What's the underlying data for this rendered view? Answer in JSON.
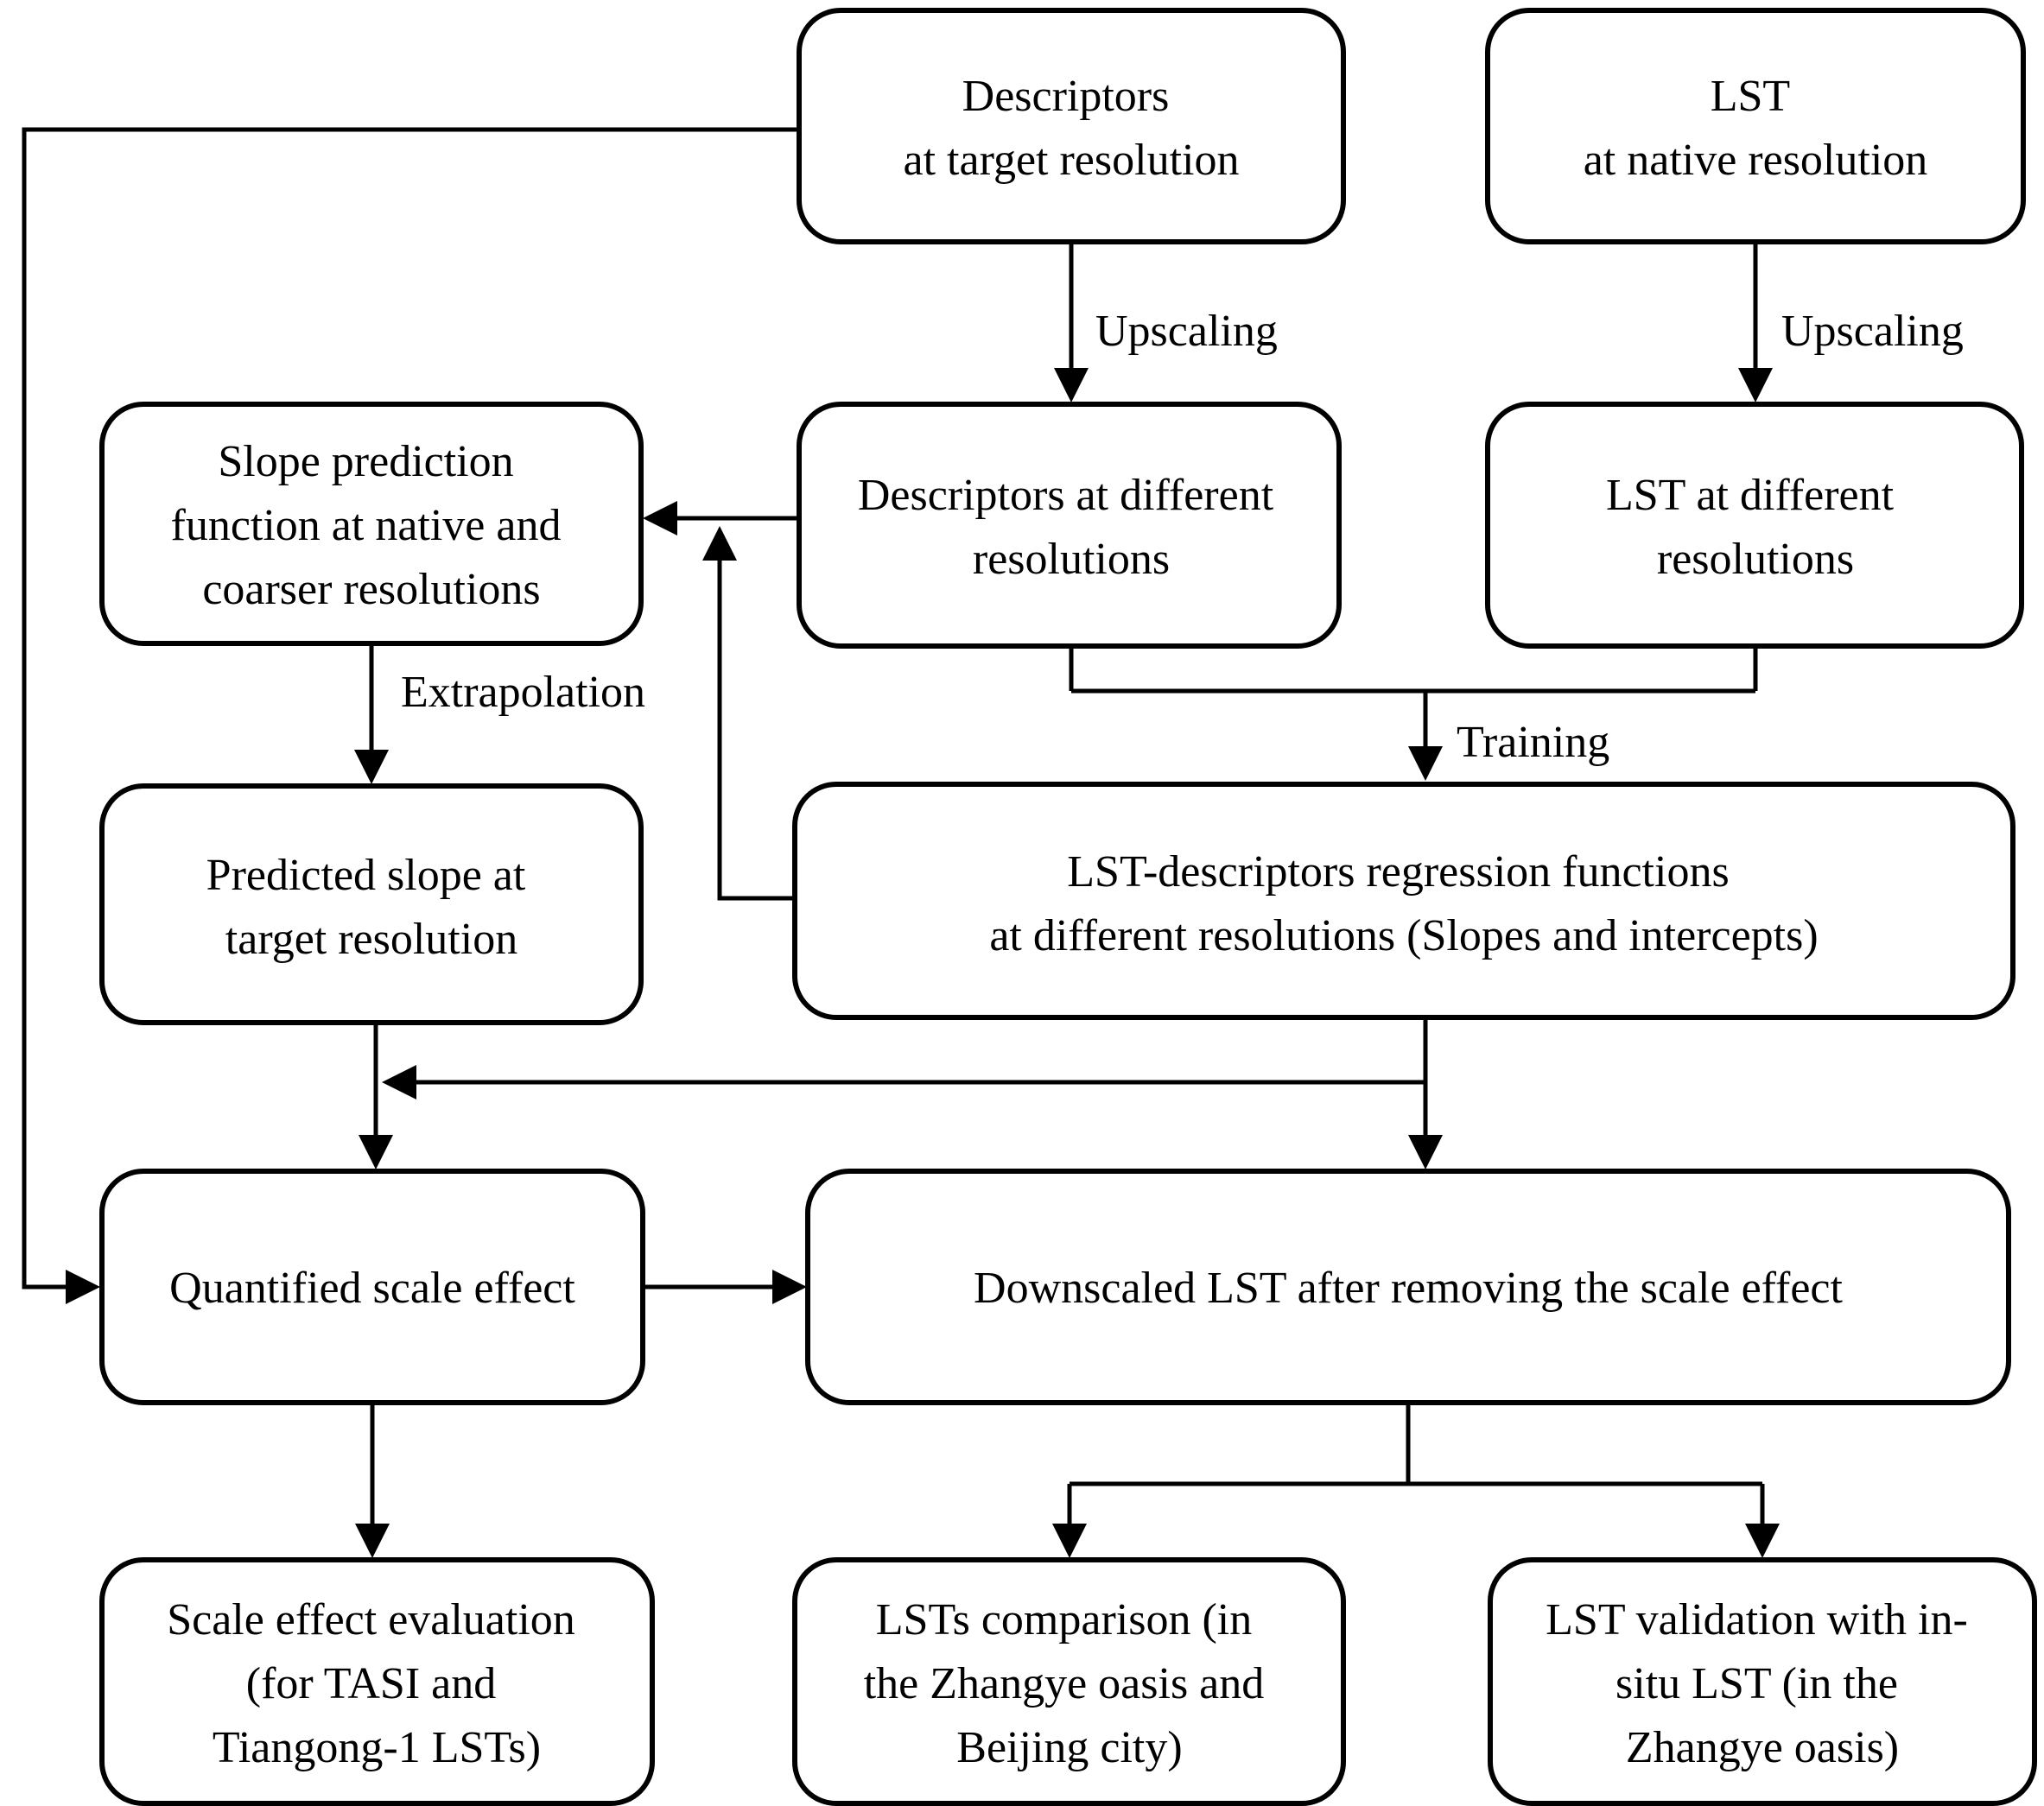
{
  "colors": {
    "line": "#000000",
    "background": "#ffffff",
    "box_fill": "#ffffff"
  },
  "boxes": {
    "desc_target": {
      "lines": [
        "Descriptors",
        "at target resolution"
      ]
    },
    "lst_native": {
      "lines": [
        "LST",
        "at native resolution"
      ]
    },
    "slope_pred": {
      "lines": [
        "Slope prediction",
        "function at native and",
        "coarser resolutions"
      ]
    },
    "desc_diff": {
      "lines": [
        "Descriptors at different",
        "resolutions"
      ]
    },
    "lst_diff": {
      "lines": [
        "LST at different",
        "resolutions"
      ]
    },
    "regression": {
      "lines": [
        "LST-descriptors regression functions",
        "at different resolutions (Slopes and intercepts)"
      ]
    },
    "pred_slope": {
      "lines": [
        "Predicted slope at",
        "target resolution"
      ]
    },
    "quantified": {
      "lines": [
        "Quantified scale effect"
      ]
    },
    "downscaled": {
      "lines": [
        "Downscaled LST after removing the scale effect"
      ]
    },
    "scale_eval": {
      "lines": [
        "Scale effect evaluation",
        "(for TASI and",
        "Tiangong-1 LSTs)"
      ]
    },
    "lsts_comp": {
      "lines": [
        "LSTs comparison (in",
        "the Zhangye oasis and",
        "Beijing city)"
      ]
    },
    "lst_valid": {
      "lines": [
        "LST validation with in-",
        "situ LST (in the",
        "Zhangye oasis)"
      ]
    }
  },
  "edge_labels": {
    "upscaling_left": "Upscaling",
    "upscaling_right": "Upscaling",
    "extrapolation": "Extrapolation",
    "training": "Training"
  }
}
